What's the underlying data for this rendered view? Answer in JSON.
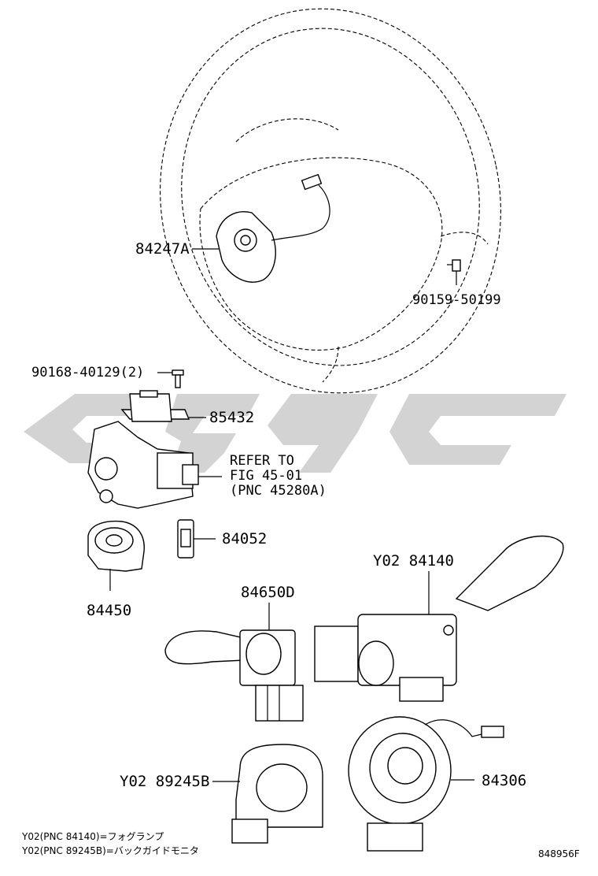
{
  "callouts": {
    "p84247a": "84247A",
    "p90159": "90159-50199",
    "p90168": "90168-40129(2)",
    "p85432": "85432",
    "refer_line1": "REFER TO",
    "refer_line2": "FIG 45-01",
    "refer_line3": "(PNC 45280A)",
    "p84052": "84052",
    "p84450": "84450",
    "p84650d": "84650D",
    "p84140": "Y02 84140",
    "p89245b": "Y02 89245B",
    "p84306": "84306"
  },
  "notes": [
    "Y02(PNC 84140)=フォグランプ",
    "Y02(PNC 89245B)=バックガイドモニタ"
  ],
  "figure_id": "848956F",
  "watermark_color": "#d3d3d3"
}
